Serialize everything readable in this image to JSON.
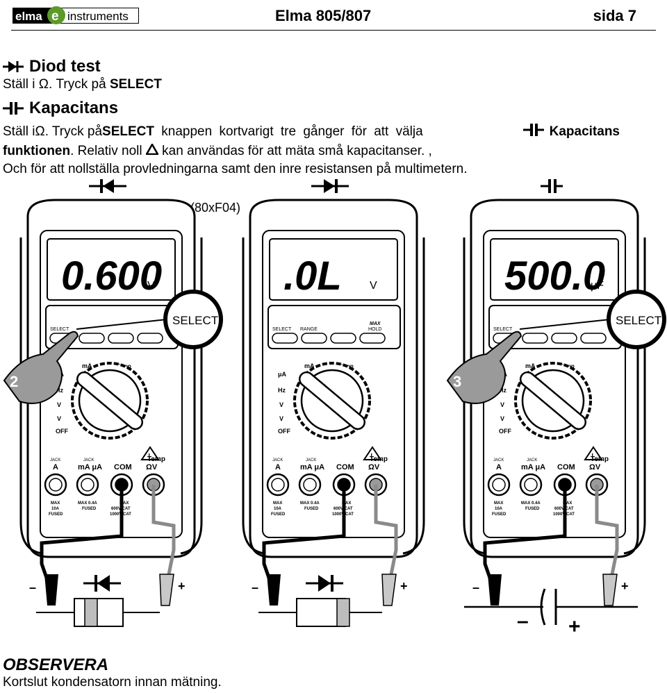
{
  "header": {
    "logo_text_left": "elma",
    "logo_text_right": "instruments",
    "title": "Elma 805/807",
    "page": "sida 7"
  },
  "diode": {
    "heading": "Diod test",
    "line_pre": "Ställ i ",
    "omega": "Ω",
    "line_mid": ". Tryck på ",
    "line_bold": "SELECT"
  },
  "cap": {
    "heading": "Kapacitans",
    "p1_pre": "Ställ i ",
    "omega": "Ω",
    "p1_mid": ". Tryck på ",
    "p1_select": "SELECT",
    "p1_rest": " knappen kortvarigt tre gånger för att välja ",
    "p1_kap": "Kapacitans",
    "p1_funk": "funktionen",
    "p1_rel": ". Relativ noll ",
    "p1_rel_rest": " kan användas för att mäta små kapacitanser. ,",
    "p2": "Och för att nollställa provledningarna samt den inre resistansen på multimetern."
  },
  "figure": {
    "code": "(80xF04)",
    "meters": [
      {
        "display": "0.600",
        "unit": "V",
        "callout": "SELECT",
        "step": "2"
      },
      {
        "display": ".0L",
        "unit": "V",
        "callout": "",
        "step": ""
      },
      {
        "display": "500.0",
        "unit": "μF",
        "callout": "SELECT",
        "step": "3"
      }
    ],
    "buttons": {
      "select": "SELECT",
      "range": "RANGE",
      "max": "MAX",
      "hold": "HOLD"
    },
    "dial": {
      "ua": "μA",
      "ma": "mA",
      "a": "A",
      "temp": "Temp",
      "hz": "Hz",
      "off": "OFF",
      "v": "V"
    },
    "jacks": {
      "jack": "JACK",
      "a": "A",
      "ma": "mA μA",
      "com": "COM",
      "temp": "Temp",
      "vom": "ΩV"
    },
    "fuse": {
      "l1": "MAX",
      "l2": "10A",
      "l3": "FUSED",
      "m1": "MAX 0.4A",
      "m2": "FUSED",
      "r1": "MAX",
      "r2": "600V  CAT",
      "r3": "1000V CAT"
    },
    "minus": "–",
    "plus": "+"
  },
  "observera": {
    "heading": "OBSERVERA",
    "text": "Kortslut kondensatorn innan mätning."
  }
}
